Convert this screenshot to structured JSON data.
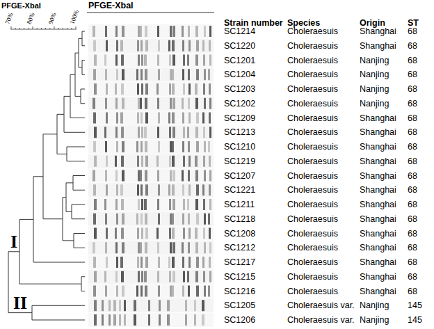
{
  "diagram": {
    "labels": [
      "PFGE-XbaI",
      "70%",
      "80%",
      "90%",
      "100%",
      "PFGE-XbaI",
      "Strain number",
      "Species",
      "Origin",
      "ST",
      "SC1214",
      "Choleraesuis",
      "Shanghai",
      "68",
      "SC1220",
      "Choleraesuis",
      "Shanghai",
      "68",
      "SC1201",
      "Choleraesuis",
      "Nanjing",
      "68",
      "SC1204",
      "Choleraesuis",
      "Nanjing",
      "68",
      "SC1203",
      "Choleraesuis",
      "Nanjing",
      "68",
      "SC1202",
      "Choleraesuis",
      "Nanjing",
      "68",
      "SC1209",
      "Choleraesuis",
      "Shanghai",
      "68",
      "SC1213",
      "Choleraesuis",
      "Shanghai",
      "68",
      "SC1210",
      "Choleraesuis",
      "Shanghai",
      "68",
      "SC1219",
      "Choleraesuis",
      "Shanghai",
      "68",
      "SC1207",
      "Choleraesuis",
      "Shanghai",
      "68",
      "SC1221",
      "Choleraesuis",
      "Shanghai",
      "68",
      "SC1211",
      "Choleraesuis",
      "Shanghai",
      "68",
      "SC1218",
      "Choleraesuis",
      "Shanghai",
      "68",
      "SC1208",
      "Choleraesuis",
      "Shanghai",
      "68",
      "SC1212",
      "Choleraesuis",
      "Shanghai",
      "68",
      "SC1217",
      "Choleraesuis",
      "Shanghai",
      "68",
      "SC1215",
      "Choleraesuis",
      "Shanghai",
      "68",
      "SC1216",
      "Choleraesuis",
      "Shanghai",
      "68",
      "SC1205",
      "Choleraesuis var.",
      "Nanjing",
      "145",
      "SC1206",
      "Choleraesuis var.",
      "Nanjing",
      "145",
      "I",
      "II"
    ]
  }
}
